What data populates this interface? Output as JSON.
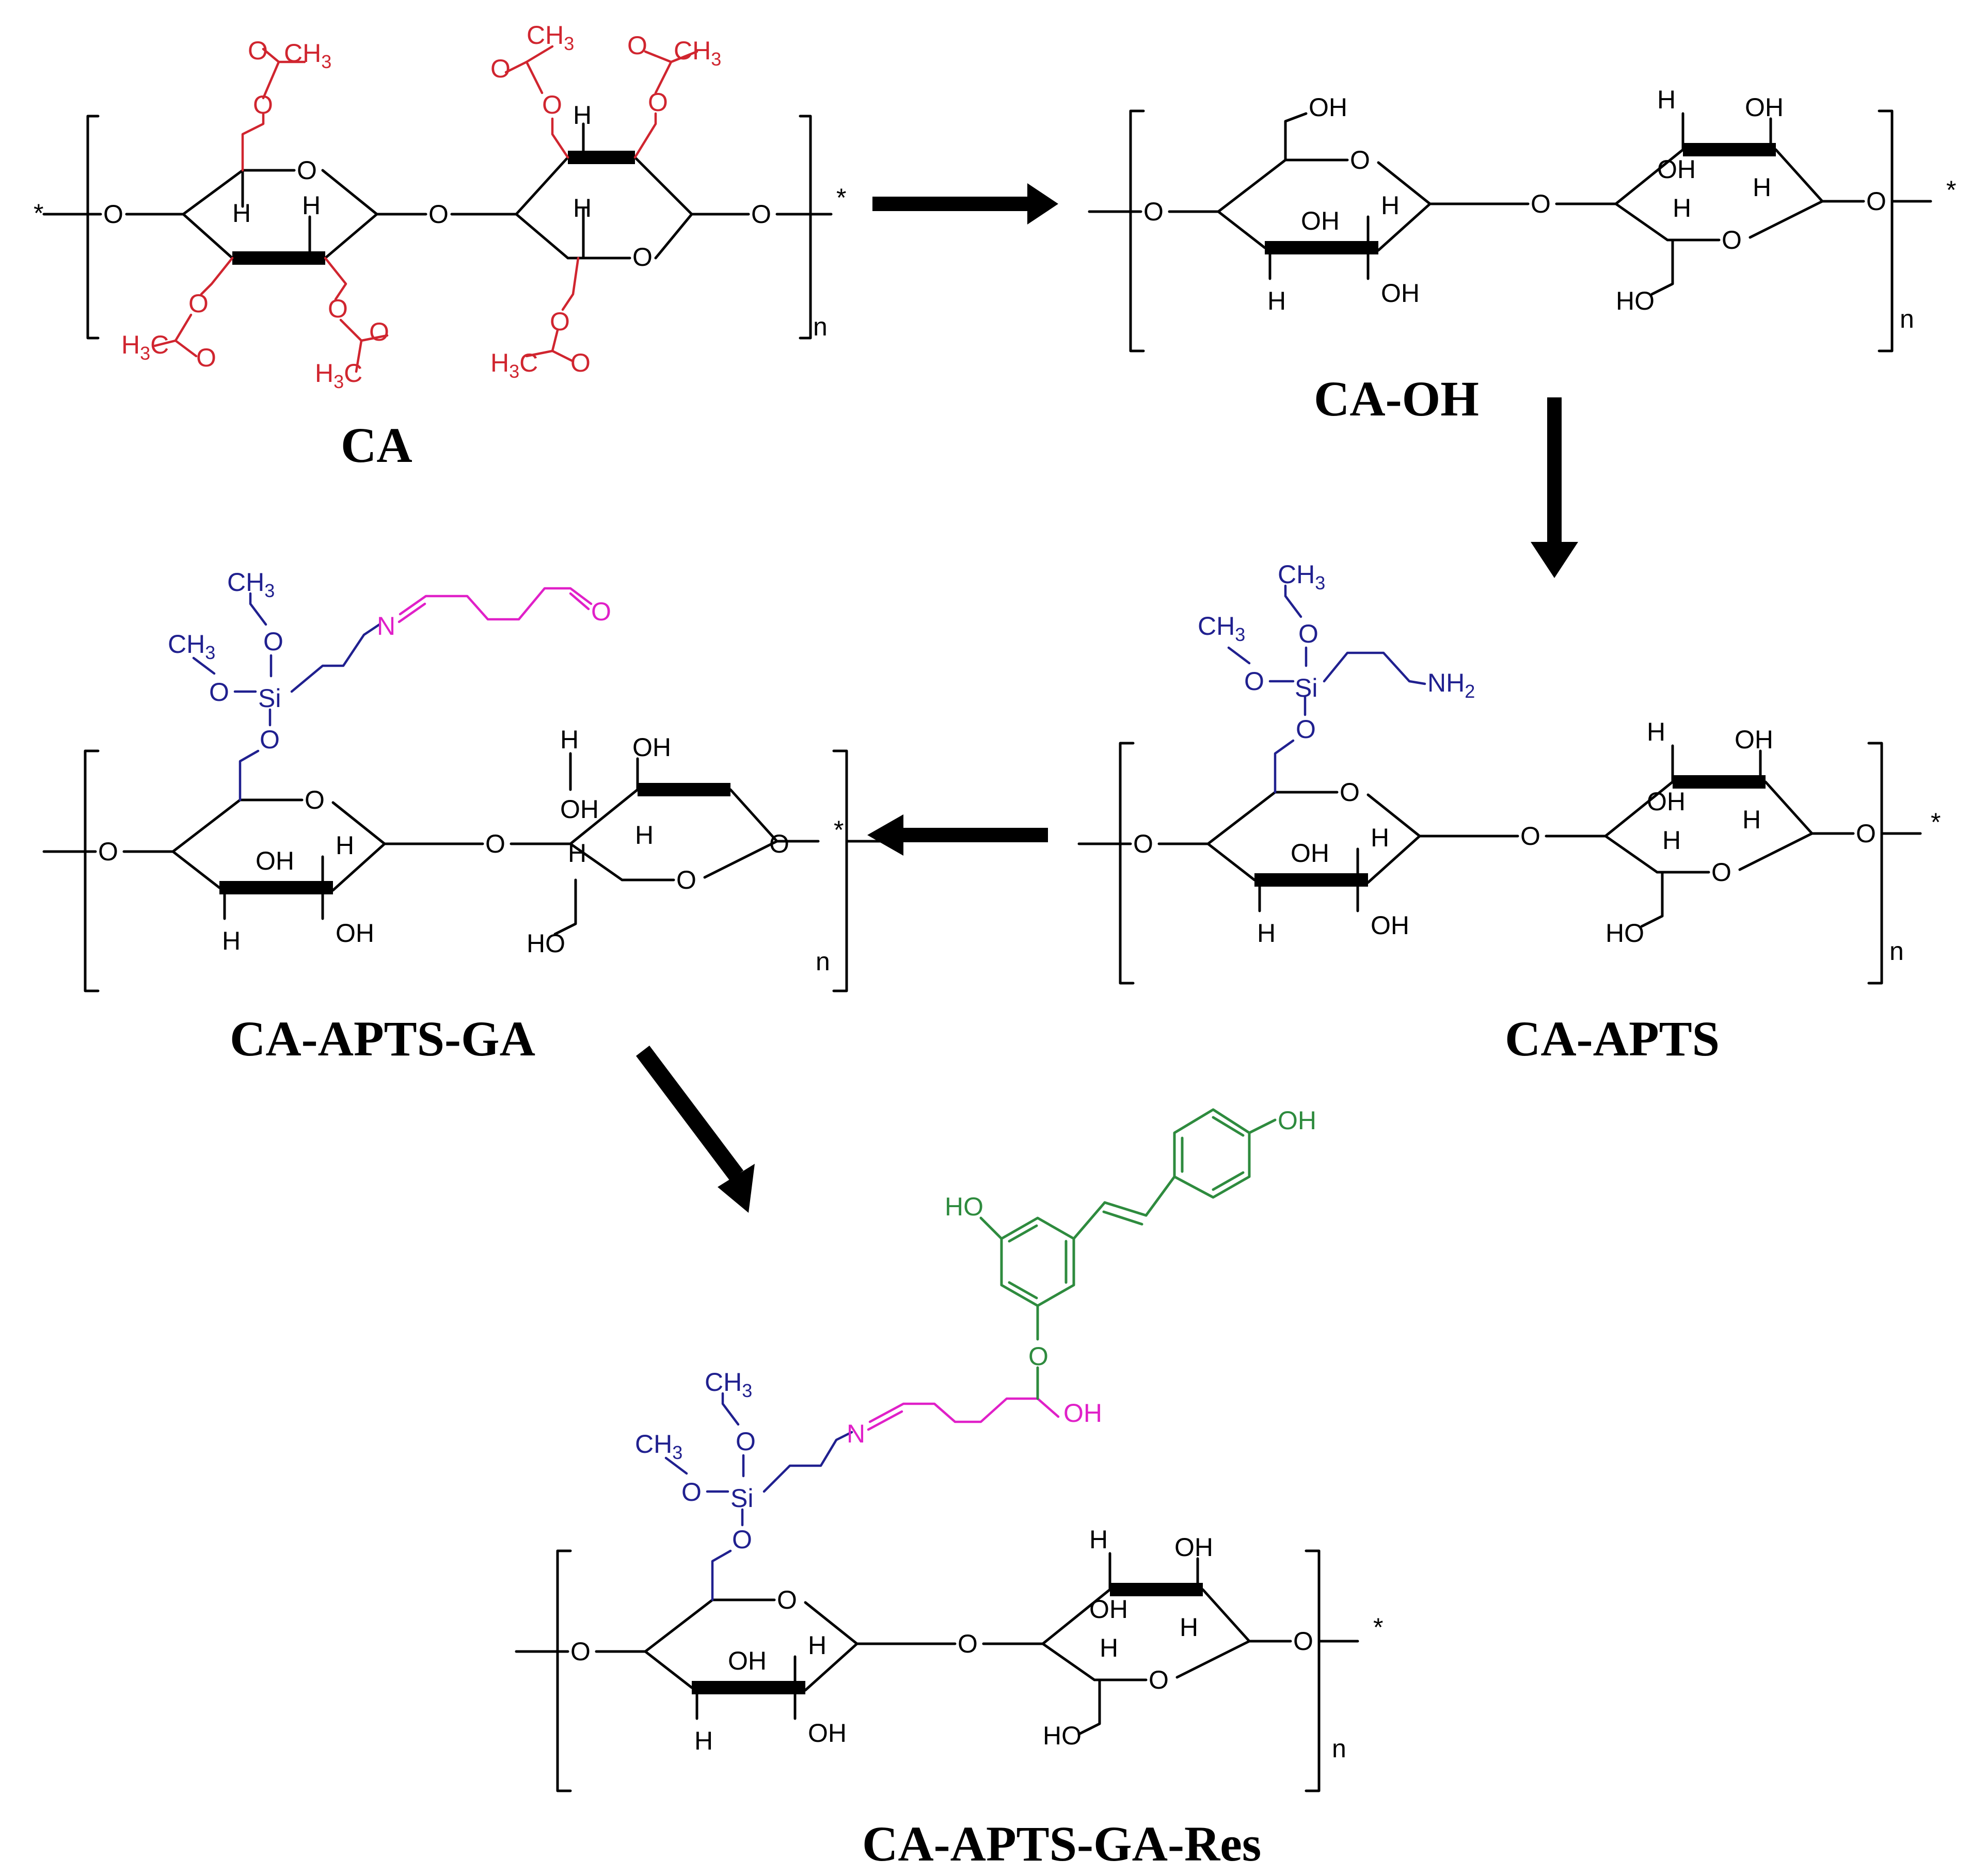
{
  "compounds": {
    "ca": "CA",
    "ca_oh": "CA-OH",
    "ca_apts": "CA-APTS",
    "ca_apts_ga": "CA-APTS-GA",
    "ca_apts_ga_res": "CA-APTS-GA-Res"
  },
  "atoms": {
    "O": "O",
    "H": "H",
    "OH": "OH",
    "HO": "HO",
    "Si": "Si",
    "N": "N",
    "n": "n",
    "star": "*",
    "CH": "CH",
    "three": "3",
    "two": "2",
    "H3C_H": "H",
    "H3C_C": "C",
    "NH": "NH"
  },
  "colors": {
    "backbone": "#000000",
    "acetyl": "#d0252f",
    "silane": "#20208f",
    "glutaraldehyde": "#e020c8",
    "resveratrol": "#2e8b3e"
  }
}
